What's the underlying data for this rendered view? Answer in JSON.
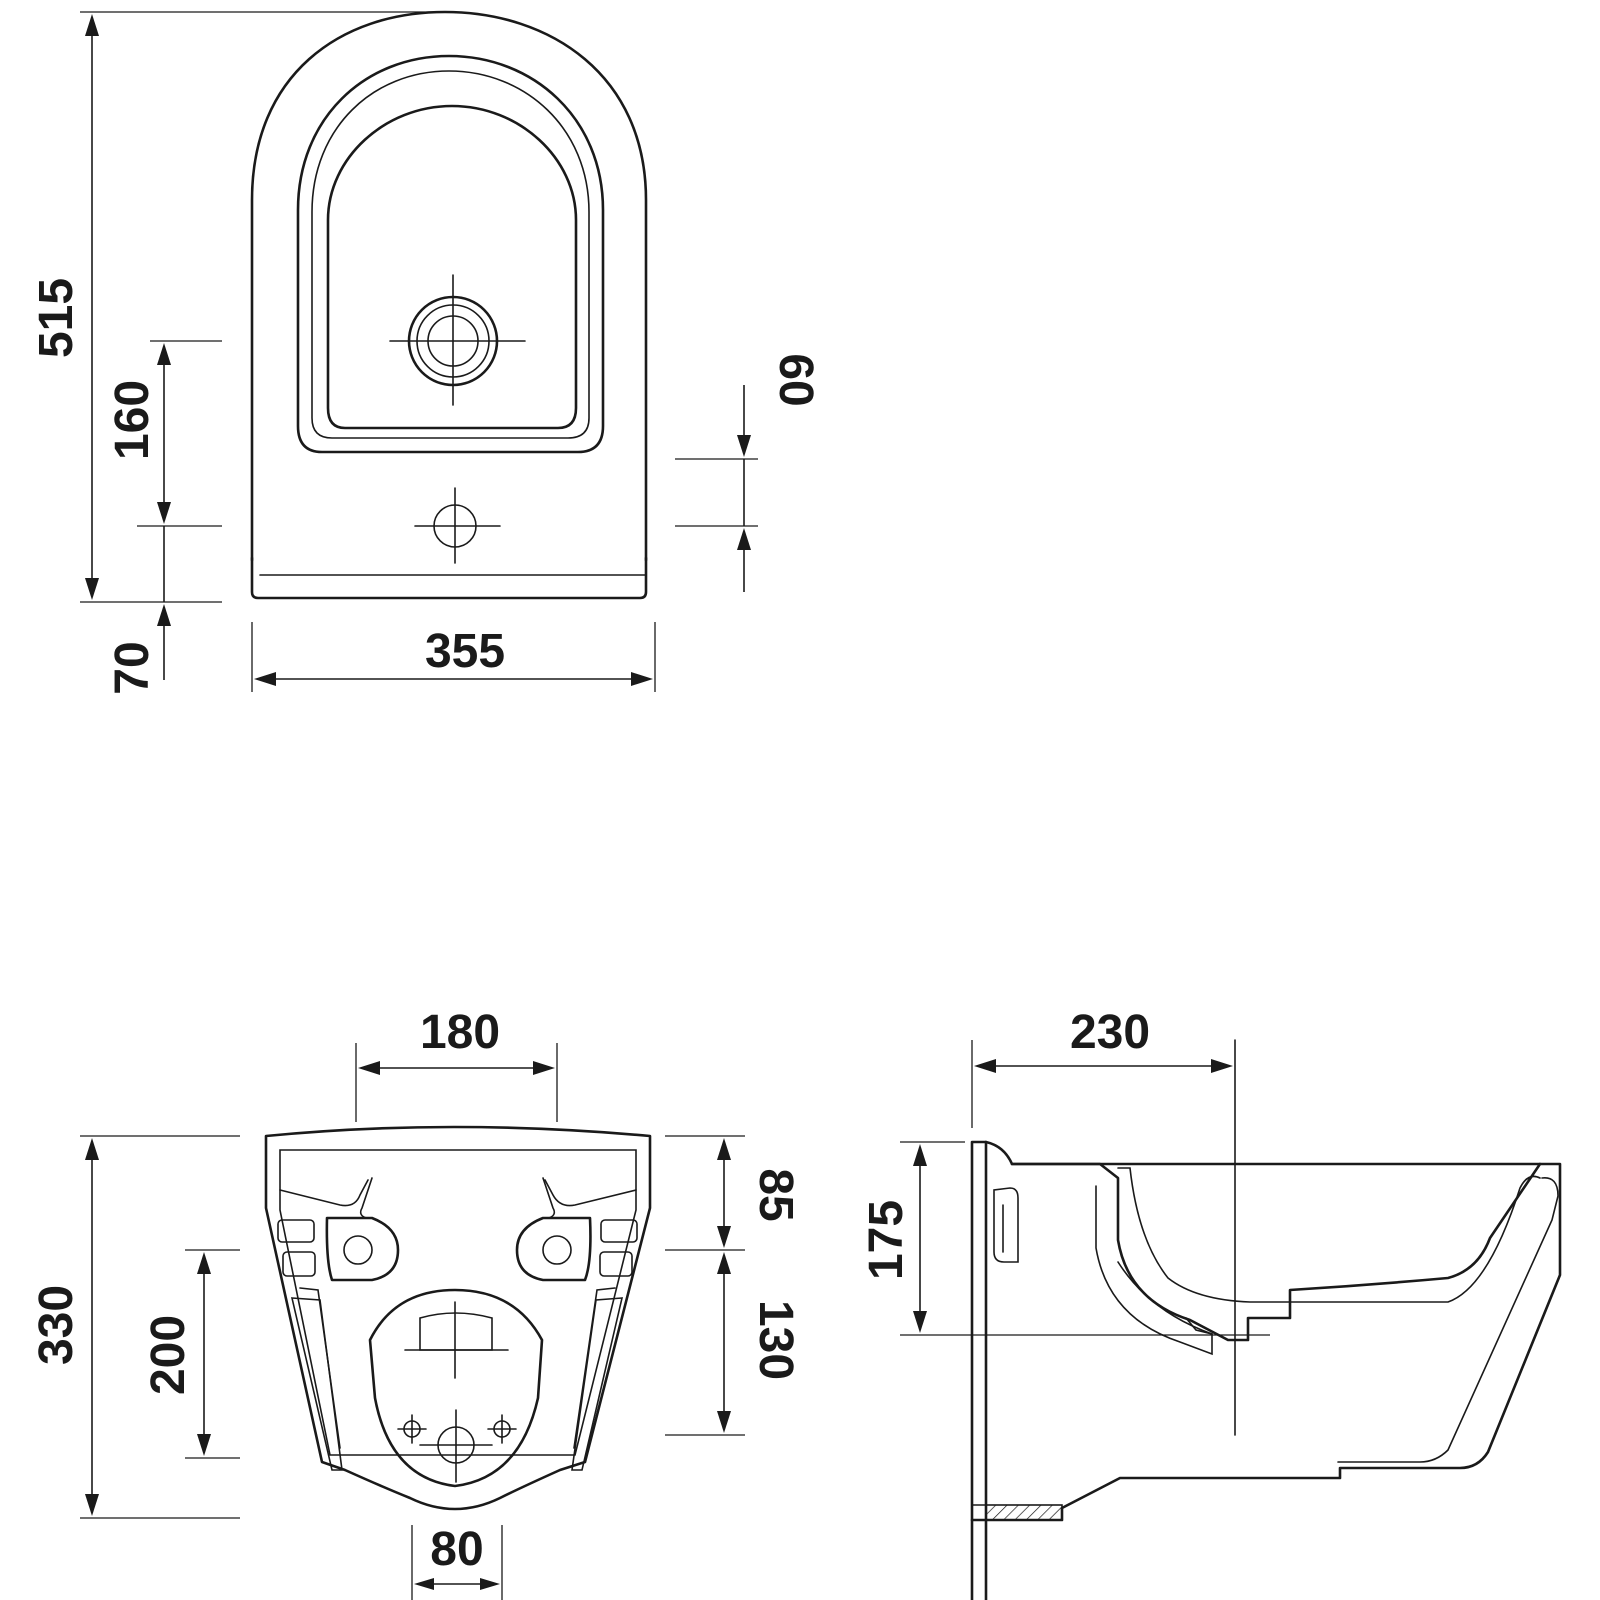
{
  "top_view": {
    "dim_total_length": "515",
    "dim_waste_to_wall": "160",
    "dim_fixing_offset": "70",
    "dim_width": "355",
    "dim_fixing_spacing": "60"
  },
  "rear_view": {
    "dim_fixing_span": "180",
    "dim_height": "330",
    "dim_inlet_height": "200",
    "dim_top_to_fixing": "85",
    "dim_fixing_to_inlet": "130",
    "dim_outlet_width": "80"
  },
  "side_view": {
    "dim_projection": "230",
    "dim_rim_height": "175"
  }
}
